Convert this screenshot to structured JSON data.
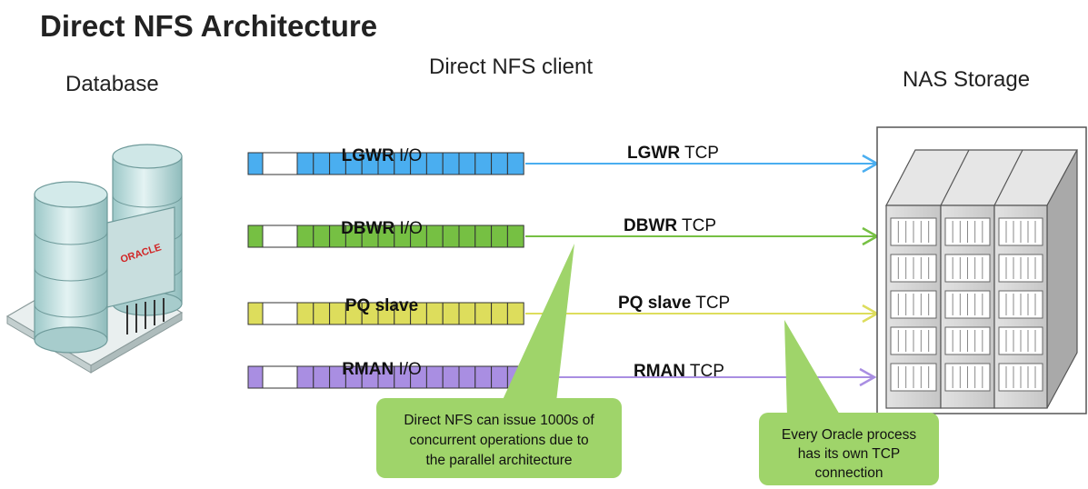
{
  "title": "Direct NFS Architecture",
  "headers": {
    "database": "Database",
    "client": "Direct NFS client",
    "storage": "NAS Storage"
  },
  "database_logo": "ORACLE",
  "colors": {
    "lgwr": "#4aaef0",
    "dbwr": "#76c043",
    "pq": "#dddd5c",
    "rman": "#a98ee2",
    "callout": "#9fd46a"
  },
  "processes": [
    {
      "id": "lgwr",
      "queue_bold": "LGWR",
      "queue_rest": " I/O",
      "tcp_bold": "LGWR",
      "tcp_rest": " TCP"
    },
    {
      "id": "dbwr",
      "queue_bold": "DBWR",
      "queue_rest": " I/O",
      "tcp_bold": "DBWR",
      "tcp_rest": " TCP"
    },
    {
      "id": "pq",
      "queue_bold": "PQ slave",
      "queue_rest": "",
      "tcp_bold": "PQ slave",
      "tcp_rest": " TCP"
    },
    {
      "id": "rman",
      "queue_bold": "RMAN",
      "queue_rest": " I/O",
      "tcp_bold": "RMAN",
      "tcp_rest": " TCP"
    }
  ],
  "callouts": {
    "left": [
      "Direct NFS can issue 1000s of",
      "concurrent operations due to",
      "the parallel architecture"
    ],
    "right": [
      "Every Oracle process",
      "has its own TCP",
      "connection"
    ]
  }
}
